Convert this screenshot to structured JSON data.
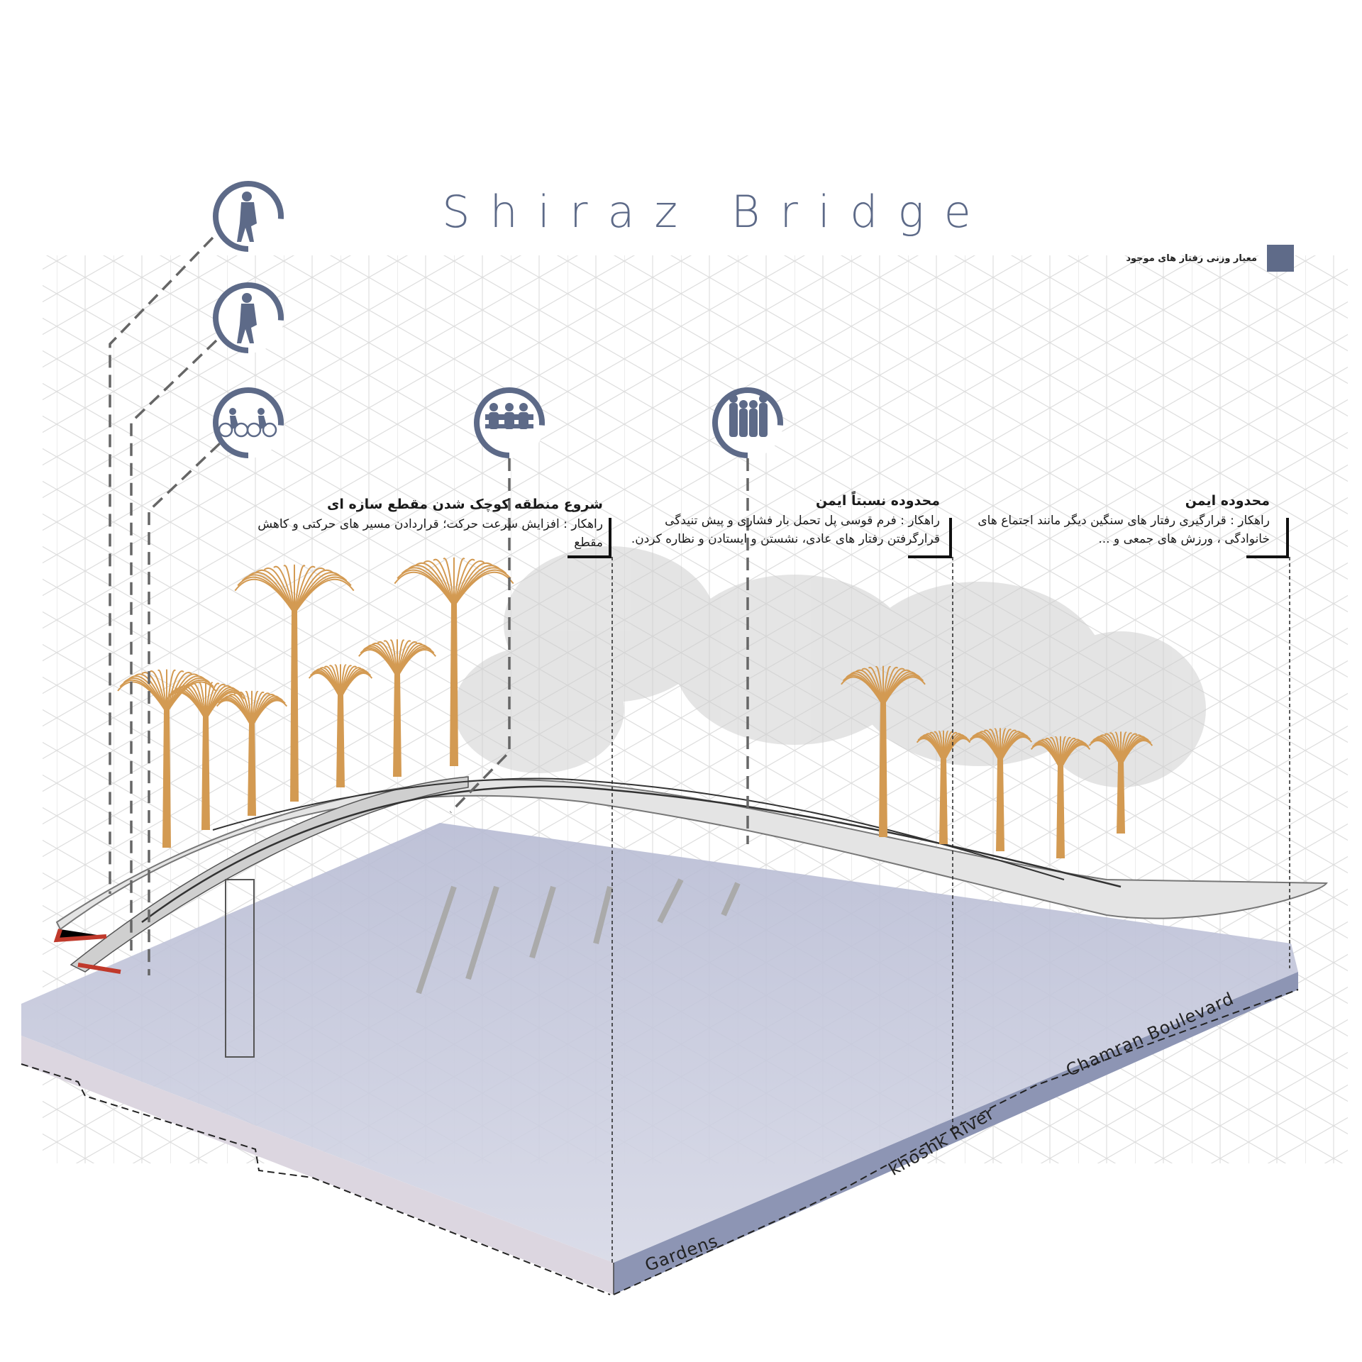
{
  "title": "Shiraz Bridge",
  "legend": {
    "label": "معیار وزنی رفتار های موجود",
    "color": "#5f6b89"
  },
  "colors": {
    "accent": "#5d6a88",
    "tree": "#d39a52",
    "ground": "#a9aec8",
    "grid": "#dcdcdc",
    "deck": "#d8d8d8"
  },
  "icons": [
    {
      "name": "pedestrian-carrying-icon"
    },
    {
      "name": "pedestrian-walking-icon"
    },
    {
      "name": "cyclists-icon"
    },
    {
      "name": "people-on-bench-icon"
    },
    {
      "name": "family-group-icon"
    }
  ],
  "notes": [
    {
      "heading": "شروع منطقه کوچک شدن مقطع سازه ای",
      "body": "راهکار : افزایش سرعت حرکت؛ قراردادن مسیر های حرکتی و کاهش مقطع"
    },
    {
      "heading": "محدوده نسبتاً ایمن",
      "body": "راهکار : فرم قوسی پل تحمل بار فشاری و پیش تنیدگی قرارگرفتن رفتار های عادی، نشستن و ایستادن و نظاره کردن."
    },
    {
      "heading": "محدوده ایمن",
      "body": "راهکار : قرارگیری رفتار های سنگین دیگر مانند اجتماع های خانوادگی ، ورزش های جمعی و ..."
    }
  ],
  "places": [
    "Gardens",
    "khoshk River",
    "Chamran Boulevard"
  ]
}
